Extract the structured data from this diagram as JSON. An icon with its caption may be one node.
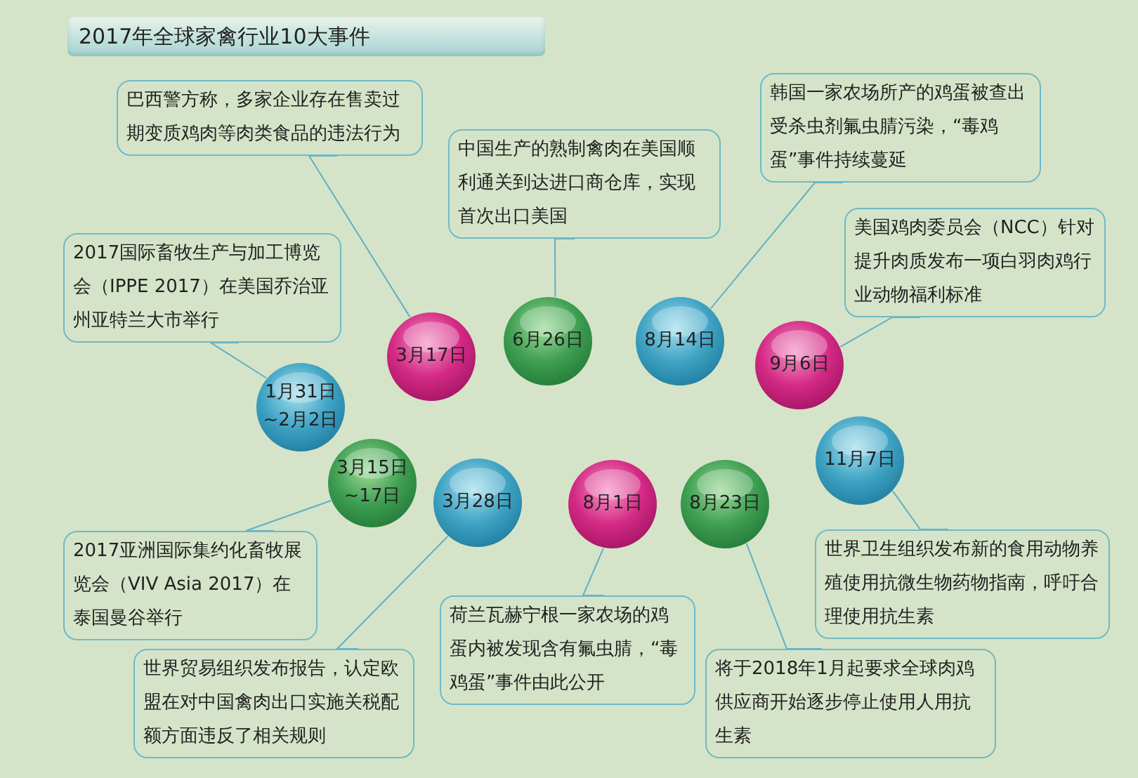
{
  "diagram": {
    "title": "2017年全球家禽行业10大事件",
    "nodes": [
      {
        "text": [
          "1月31日 ~2月2日"
        ]
      },
      {
        "text": [
          "2017国际畜牧生产与加工博览会（IPPE 2017）在美国乔治亚州亚特兰大市举行"
        ]
      },
      {
        "text": [
          "3月15日 ~17日"
        ]
      },
      {
        "text": [
          "2017亚洲国际集约化畜牧展览会（VIV Asia 2017）在泰国曼谷举行"
        ]
      },
      {
        "text": [
          "3月17日"
        ]
      },
      {
        "text": [
          "巴西警方称，多家企业存在售卖过期变质鸡肉等肉类食品的违法行为"
        ]
      },
      {
        "text": [
          "3月28日"
        ]
      },
      {
        "text": [
          "世界贸易组织发布报告，认定欧盟在对中国禽肉出口实施关税配额方面违反了相关规则"
        ]
      },
      {
        "text": [
          "6月26日"
        ]
      },
      {
        "text": [
          "中国生产的熟制禽肉在美国顺利通关到达进口商仓库，实现首次出口美国"
        ]
      },
      {
        "text": [
          "8月1日"
        ]
      },
      {
        "text": [
          "荷兰瓦赫宁根一家农场的鸡蛋内被发现含有氟虫腈，“毒鸡蛋”事件由此公开"
        ]
      },
      {
        "text": [
          "8月14日"
        ]
      },
      {
        "text": [
          "韩国一家农场所产的鸡蛋被查出受杀虫剂氟虫腈污染，“毒鸡蛋”事件持续蔓延"
        ]
      },
      {
        "text": [
          "8月23日"
        ]
      },
      {
        "text": [
          "将于2018年1月起要求全球肉鸡供应商开始逐步停止使用人用抗生素"
        ]
      },
      {
        "text": [
          "9月6日"
        ]
      },
      {
        "text": [
          "美国鸡肉委员会（NCC）针对提升肉质发布一项白羽肉鸡行业动物福利标准"
        ]
      },
      {
        "text": [
          "11月7日"
        ]
      },
      {
        "text": [
          "世界卫生组织发布新的食用动物养殖使用抗微生物药物指南，呼吁合理使用抗生素"
        ]
      }
    ],
    "edges": [
      {
        "from": 0,
        "to": 1,
        "arrow": "none"
      },
      {
        "from": 2,
        "to": 3,
        "arrow": "none"
      },
      {
        "from": 4,
        "to": 5,
        "arrow": "none"
      },
      {
        "from": 6,
        "to": 7,
        "arrow": "none"
      },
      {
        "from": 8,
        "to": 9,
        "arrow": "none"
      },
      {
        "from": 10,
        "to": 11,
        "arrow": "none"
      },
      {
        "from": 12,
        "to": 13,
        "arrow": "none"
      },
      {
        "from": 14,
        "to": 15,
        "arrow": "none"
      },
      {
        "from": 16,
        "to": 17,
        "arrow": "none"
      },
      {
        "from": 18,
        "to": 19,
        "arrow": "none"
      }
    ]
  }
}
